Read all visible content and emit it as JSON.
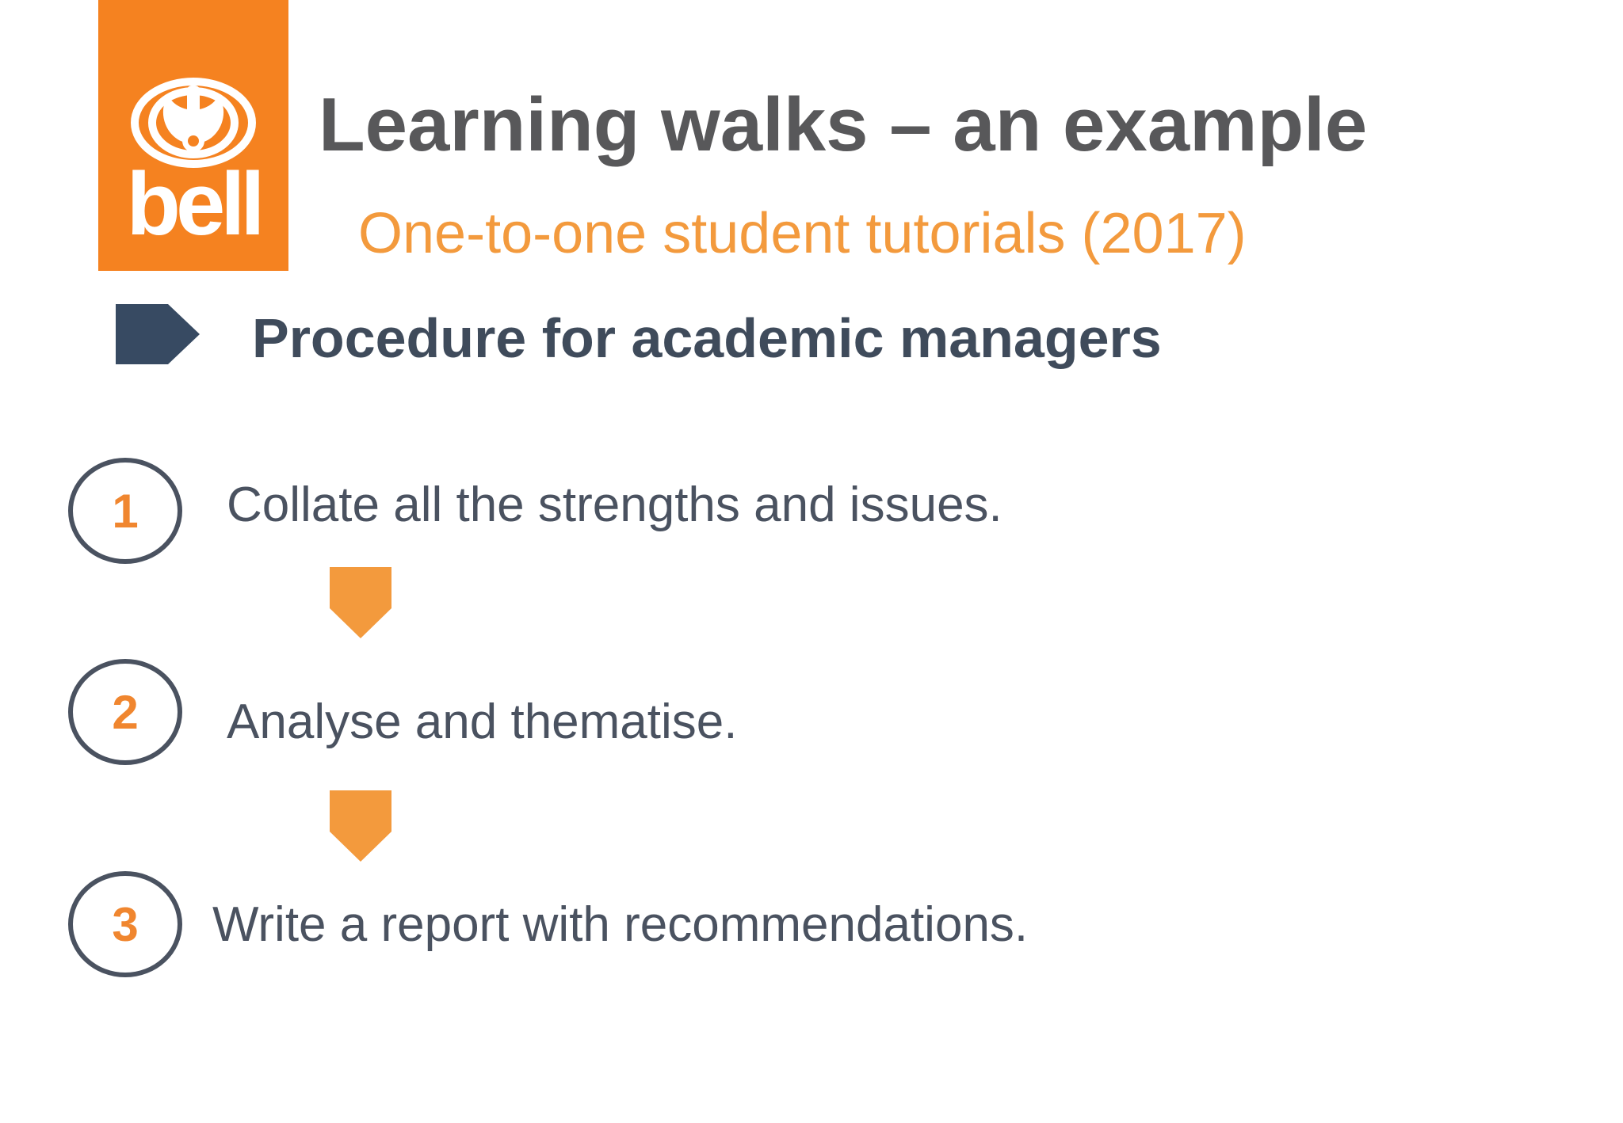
{
  "logo": {
    "text": "bell",
    "background_color": "#f58220"
  },
  "title": "Learning walks – an example",
  "subtitle": "One-to-one student tutorials (2017)",
  "section": {
    "heading": "Procedure for academic managers",
    "marker_icon": "chevron-tag-icon"
  },
  "steps": [
    {
      "number": "1",
      "text": "Collate all the strengths and issues."
    },
    {
      "number": "2",
      "text": "Analyse and thematise."
    },
    {
      "number": "3",
      "text": "Write a report with recommendations."
    }
  ],
  "colors": {
    "accent_orange": "#f39a3d",
    "title_gray": "#58585a",
    "heading_slate": "#3f4b5b",
    "marker_navy": "#374a62",
    "circle_border": "#4a5260"
  },
  "icons": {
    "step_connector": "down-arrow-icon"
  }
}
